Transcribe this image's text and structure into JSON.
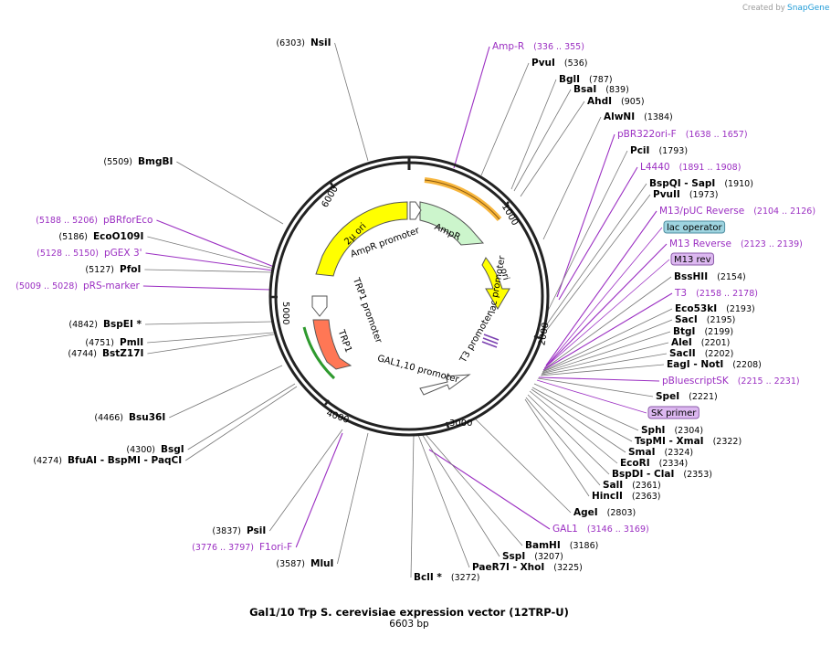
{
  "credit": {
    "text": "Created by",
    "brand": "SnapGene"
  },
  "title": "Gal1/10 Trp S. cerevisiae expression vector (12TRP-U)",
  "subtitle": "6603 bp",
  "ticks": [
    "1000",
    "2000",
    "3000",
    "4000",
    "5000",
    "6000"
  ],
  "features": [
    {
      "name": "2µ ori",
      "color": "#ffff00"
    },
    {
      "name": "AmpR promoter",
      "color": "#ffffff"
    },
    {
      "name": "AmpR",
      "color": "#ccf5cc"
    },
    {
      "name": "ori",
      "color": "#ffff00"
    },
    {
      "name": "lac promoter",
      "color": "#ffffff"
    },
    {
      "name": "T3 promoter",
      "color": "#ffffff"
    },
    {
      "name": "GAL1,10 promoter",
      "color": "#ffffff"
    },
    {
      "name": "TRP1 promoter",
      "color": "#ffffff"
    },
    {
      "name": "TRP1",
      "color": "#ff7755"
    }
  ],
  "labels": [
    {
      "id": "nsii",
      "kind": "enzyme",
      "name": "NsiI",
      "pos": "(6303)",
      "side": "left"
    },
    {
      "id": "bmgbi",
      "kind": "enzyme",
      "name": "BmgBI",
      "pos": "(5509)",
      "side": "left"
    },
    {
      "id": "pbrforeco",
      "kind": "primer",
      "name": "pBRforEco",
      "pos": "(5188 .. 5206)",
      "side": "left"
    },
    {
      "id": "ecoo109i",
      "kind": "enzyme",
      "name": "EcoO109I",
      "pos": "(5186)",
      "side": "left"
    },
    {
      "id": "pgex3",
      "kind": "primer",
      "name": "pGEX 3'",
      "pos": "(5128 .. 5150)",
      "side": "left"
    },
    {
      "id": "pfoi",
      "kind": "enzyme",
      "name": "PfoI",
      "pos": "(5127)",
      "side": "left"
    },
    {
      "id": "prsmarker",
      "kind": "primer",
      "name": "pRS-marker",
      "pos": "(5009 .. 5028)",
      "side": "left"
    },
    {
      "id": "bspei",
      "kind": "enzyme",
      "name": "BspEI *",
      "pos": "(4842)",
      "side": "left"
    },
    {
      "id": "pmli",
      "kind": "enzyme",
      "name": "PmlI",
      "pos": "(4751)",
      "side": "left"
    },
    {
      "id": "bstz17i",
      "kind": "enzyme",
      "name": "BstZ17I",
      "pos": "(4744)",
      "side": "left"
    },
    {
      "id": "bsu36i",
      "kind": "enzyme",
      "name": "Bsu36I",
      "pos": "(4466)",
      "side": "left"
    },
    {
      "id": "bsgi",
      "kind": "enzyme",
      "name": "BsgI",
      "pos": "(4300)",
      "side": "left"
    },
    {
      "id": "bfuai",
      "kind": "enzyme",
      "name": "BfuAI  - BspMI  - PaqCI",
      "pos": "(4274)",
      "side": "left"
    },
    {
      "id": "psii",
      "kind": "enzyme",
      "name": "PsiI",
      "pos": "(3837)",
      "side": "left"
    },
    {
      "id": "f1ori",
      "kind": "primer",
      "name": "F1ori-F",
      "pos": "(3776 .. 3797)",
      "side": "left"
    },
    {
      "id": "mlui",
      "kind": "enzyme",
      "name": "MluI",
      "pos": "(3587)",
      "side": "left"
    },
    {
      "id": "bcli",
      "kind": "enzyme",
      "name": "BclI *",
      "pos": "(3272)",
      "side": "right"
    },
    {
      "id": "ampr-primer",
      "kind": "primer",
      "name": "Amp-R",
      "pos": "(336 .. 355)",
      "side": "right"
    },
    {
      "id": "pvui",
      "kind": "enzyme",
      "name": "PvuI",
      "pos": "(536)",
      "side": "right"
    },
    {
      "id": "bgli",
      "kind": "enzyme",
      "name": "BglI",
      "pos": "(787)",
      "side": "right"
    },
    {
      "id": "bsai",
      "kind": "enzyme",
      "name": "BsaI",
      "pos": "(839)",
      "side": "right"
    },
    {
      "id": "ahdi",
      "kind": "enzyme",
      "name": "AhdI",
      "pos": "(905)",
      "side": "right"
    },
    {
      "id": "alwni",
      "kind": "enzyme",
      "name": "AlwNI",
      "pos": "(1384)",
      "side": "right"
    },
    {
      "id": "pbr322",
      "kind": "primer",
      "name": "pBR322ori-F",
      "pos": "(1638 .. 1657)",
      "side": "right"
    },
    {
      "id": "pcii",
      "kind": "enzyme",
      "name": "PciI",
      "pos": "(1793)",
      "side": "right"
    },
    {
      "id": "l4440",
      "kind": "primer",
      "name": "L4440",
      "pos": "(1891 .. 1908)",
      "side": "right"
    },
    {
      "id": "bspqi",
      "kind": "enzyme",
      "name": "BspQI  - SapI",
      "pos": "(1910)",
      "side": "right"
    },
    {
      "id": "pvuii",
      "kind": "enzyme",
      "name": "PvuII",
      "pos": "(1973)",
      "side": "right"
    },
    {
      "id": "m13puc",
      "kind": "primer",
      "name": "M13/pUC Reverse",
      "pos": "(2104 .. 2126)",
      "side": "right"
    },
    {
      "id": "lacop",
      "kind": "boxcyan",
      "name": "lac operator",
      "pos": "",
      "side": "right"
    },
    {
      "id": "m13rev",
      "kind": "primer",
      "name": "M13 Reverse",
      "pos": "(2123 .. 2139)",
      "side": "right"
    },
    {
      "id": "m13revbox",
      "kind": "boxpurple",
      "name": "M13 rev",
      "pos": "",
      "side": "right"
    },
    {
      "id": "bsshii",
      "kind": "enzyme",
      "name": "BssHII",
      "pos": "(2154)",
      "side": "right"
    },
    {
      "id": "t3",
      "kind": "primer",
      "name": "T3",
      "pos": "(2158 .. 2178)",
      "side": "right"
    },
    {
      "id": "eco53ki",
      "kind": "enzyme",
      "name": "Eco53kI",
      "pos": "(2193)",
      "side": "right"
    },
    {
      "id": "saci",
      "kind": "enzyme",
      "name": "SacI",
      "pos": "(2195)",
      "side": "right"
    },
    {
      "id": "btgi",
      "kind": "enzyme",
      "name": "BtgI",
      "pos": "(2199)",
      "side": "right"
    },
    {
      "id": "alei",
      "kind": "enzyme",
      "name": "AleI",
      "pos": "(2201)",
      "side": "right"
    },
    {
      "id": "sacii",
      "kind": "enzyme",
      "name": "SacII",
      "pos": "(2202)",
      "side": "right"
    },
    {
      "id": "eagi",
      "kind": "enzyme",
      "name": "EagI  - NotI",
      "pos": "(2208)",
      "side": "right"
    },
    {
      "id": "pbsk",
      "kind": "primer",
      "name": "pBluescriptSK",
      "pos": "(2215 .. 2231)",
      "side": "right"
    },
    {
      "id": "spei",
      "kind": "enzyme",
      "name": "SpeI",
      "pos": "(2221)",
      "side": "right"
    },
    {
      "id": "skprimer",
      "kind": "boxpurple",
      "name": "SK primer",
      "pos": "",
      "side": "right"
    },
    {
      "id": "sphi",
      "kind": "enzyme",
      "name": "SphI",
      "pos": "(2304)",
      "side": "right"
    },
    {
      "id": "tspmi",
      "kind": "enzyme",
      "name": "TspMI  - XmaI",
      "pos": "(2322)",
      "side": "right"
    },
    {
      "id": "smai",
      "kind": "enzyme",
      "name": "SmaI",
      "pos": "(2324)",
      "side": "right"
    },
    {
      "id": "ecori",
      "kind": "enzyme",
      "name": "EcoRI",
      "pos": "(2334)",
      "side": "right"
    },
    {
      "id": "bspdi",
      "kind": "enzyme",
      "name": "BspDI  - ClaI",
      "pos": "(2353)",
      "side": "right"
    },
    {
      "id": "sali",
      "kind": "enzyme",
      "name": "SalI",
      "pos": "(2361)",
      "side": "right"
    },
    {
      "id": "hincii",
      "kind": "enzyme",
      "name": "HincII",
      "pos": "(2363)",
      "side": "right"
    },
    {
      "id": "agei",
      "kind": "enzyme",
      "name": "AgeI",
      "pos": "(2803)",
      "side": "right"
    },
    {
      "id": "gal1",
      "kind": "primer",
      "name": "GAL1",
      "pos": "(3146 .. 3169)",
      "side": "right"
    },
    {
      "id": "bamhi",
      "kind": "enzyme",
      "name": "BamHI",
      "pos": "(3186)",
      "side": "right"
    },
    {
      "id": "sspi",
      "kind": "enzyme",
      "name": "SspI",
      "pos": "(3207)",
      "side": "right"
    },
    {
      "id": "paer7i",
      "kind": "enzyme",
      "name": "PaeR7I  - XhoI",
      "pos": "(3225)",
      "side": "right"
    }
  ]
}
